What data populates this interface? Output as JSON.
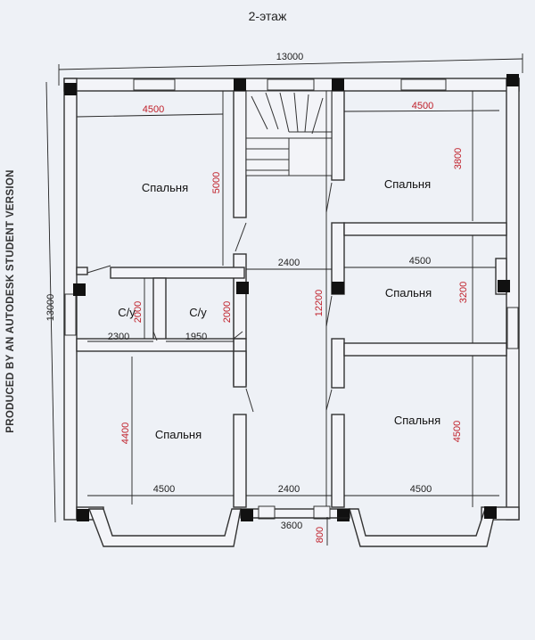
{
  "title": "2-этаж",
  "watermark": "PRODUCED BY AN AUTODESK STUDENT VERSION",
  "rooms": {
    "bedroom_top_left": "Спальня",
    "bedroom_top_right": "Спальня",
    "bedroom_mid_right": "Спальня",
    "bedroom_bottom_left": "Спальня",
    "bedroom_bottom_right": "Спальня",
    "bath_left": "С/у",
    "bath_right": "С/у"
  },
  "dimensions": {
    "overall_width": "13000",
    "overall_height": "13000",
    "top_left_width": "4500",
    "top_left_height": "5000",
    "top_right_width": "4500",
    "top_right_height": "3800",
    "mid_right_width": "4500",
    "mid_right_height": "3200",
    "corridor_width": "2400",
    "corridor_length": "12200",
    "bath_left_width": "2300",
    "bath_left_height": "2000",
    "bath_right_width": "1950",
    "bath_right_height": "2000",
    "bottom_left_width": "4500",
    "bottom_left_height": "4400",
    "bottom_right_width": "4500",
    "bottom_right_height": "4500",
    "bottom_corridor_width": "2400",
    "balcony_width": "3600",
    "balcony_depth": "800"
  }
}
